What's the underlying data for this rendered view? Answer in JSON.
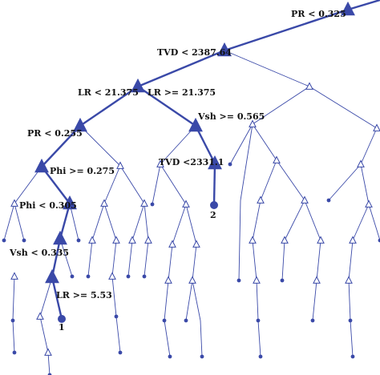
{
  "diagram": {
    "type": "decision-tree",
    "colors": {
      "main_path": "#3a49a8",
      "branch": "#3a49a8",
      "background": "#ffffff"
    },
    "split_labels": {
      "root": "PR < 0.325",
      "n1": "TVD < 2387.64",
      "n2_left": "LR < 21.375",
      "n2_right": "LR >= 21.375",
      "n3": "PR < 0.255",
      "n3b": "Vsh >= 0.565",
      "n4": "Phi >= 0.275",
      "n4b": "TVD <2331.1",
      "n5": "Phi < 0.305",
      "n6": "Vsh < 0.335",
      "n7": "LR >= 5.53"
    },
    "leaf_labels": {
      "leaf1": "1",
      "leaf2": "2"
    }
  }
}
